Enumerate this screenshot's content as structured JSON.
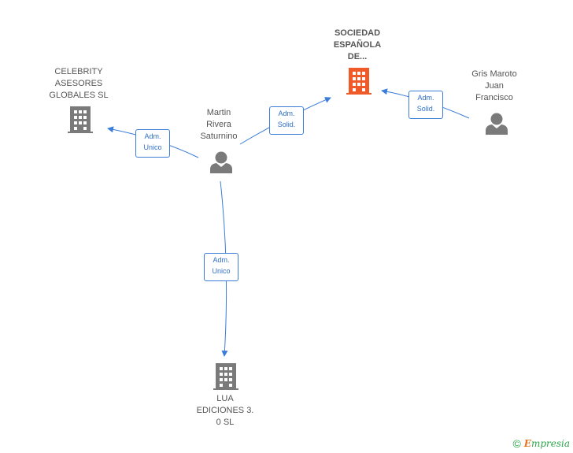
{
  "nodes": {
    "sociedad": {
      "lines": [
        "SOCIEDAD",
        "ESPAÑOLA",
        "DE..."
      ],
      "type": "company",
      "color": "#f05a28",
      "main": true
    },
    "celebrity": {
      "lines": [
        "CELEBRITY",
        "ASESORES",
        "GLOBALES SL"
      ],
      "type": "company",
      "color": "#7a7a7a"
    },
    "martin": {
      "lines": [
        "Martin",
        "Rivera",
        "Saturnino"
      ],
      "type": "person",
      "color": "#7a7a7a"
    },
    "gris": {
      "lines": [
        "Gris Maroto",
        "Juan",
        "Francisco"
      ],
      "type": "person",
      "color": "#7a7a7a"
    },
    "lua": {
      "lines": [
        "LUA",
        "EDICIONES 3.",
        "0 SL"
      ],
      "type": "company",
      "color": "#7a7a7a"
    }
  },
  "edges": {
    "martin_sociedad": [
      "Adm.",
      "Solid."
    ],
    "gris_sociedad": [
      "Adm.",
      "Solid."
    ],
    "martin_celebrity": [
      "Adm.",
      "Unico"
    ],
    "martin_lua": [
      "Adm.",
      "Unico"
    ]
  },
  "edge_color": "#3b7dd8",
  "footer": {
    "copyright": "©",
    "brand_first": "E",
    "brand_rest": "mpresia"
  }
}
